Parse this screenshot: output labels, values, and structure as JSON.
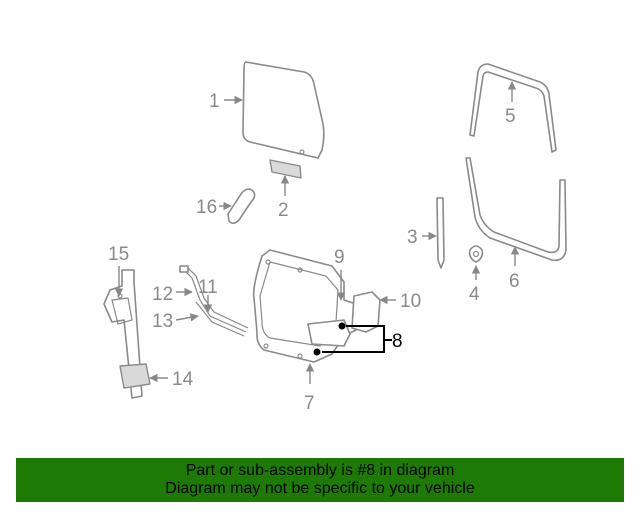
{
  "callouts": {
    "c1": "1",
    "c2": "2",
    "c3": "3",
    "c4": "4",
    "c5": "5",
    "c6": "6",
    "c7": "7",
    "c8": "8",
    "c9": "9",
    "c10": "10",
    "c11": "11",
    "c12": "12",
    "c13": "13",
    "c14": "14",
    "c15": "15",
    "c16": "16"
  },
  "highlight_callout": "8",
  "colors": {
    "banner_background": "#1d7a05",
    "line_art": "#8a8a8a",
    "highlight": "#000000"
  },
  "banner": {
    "line1": "Part or sub-assembly is #8 in diagram",
    "line2": "Diagram may not be specific to your vehicle"
  }
}
